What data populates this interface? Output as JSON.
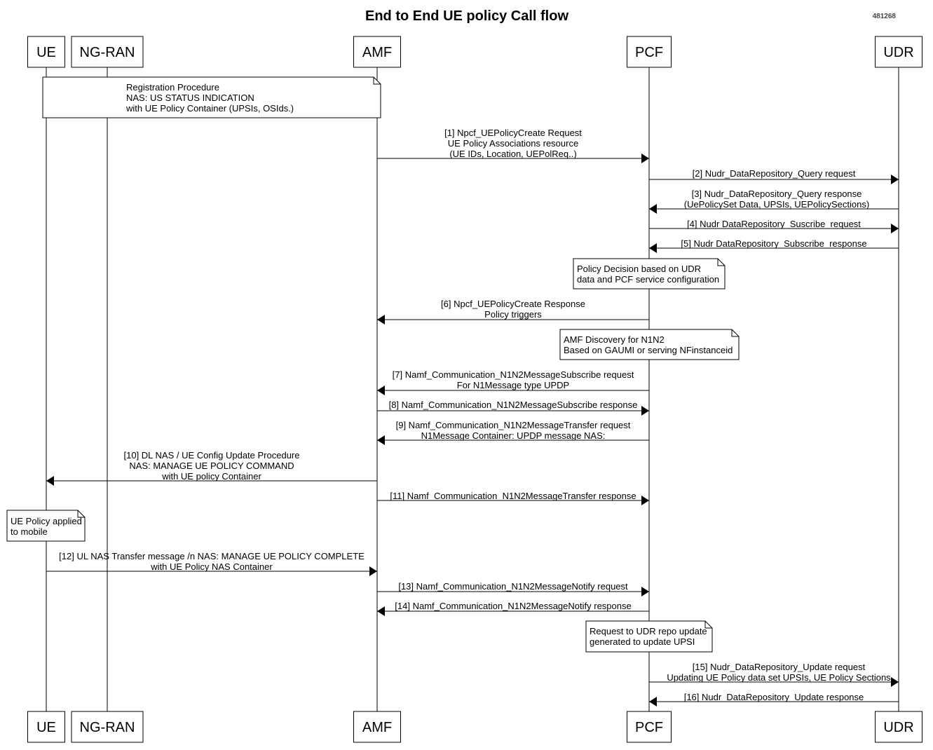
{
  "diagram": {
    "title": "End to End UE policy Call flow",
    "doc_id": "481268",
    "participants": [
      {
        "id": "ue",
        "label": "UE"
      },
      {
        "id": "ngran",
        "label": "NG-RAN"
      },
      {
        "id": "amf",
        "label": "AMF"
      },
      {
        "id": "pcf",
        "label": "PCF"
      },
      {
        "id": "udr",
        "label": "UDR"
      }
    ],
    "steps": [
      {
        "kind": "note",
        "over": [
          "ue",
          "amf"
        ],
        "lines": [
          "Registration Procedure",
          "NAS: US STATUS INDICATION",
          "with UE Policy Container (UPSIs, OSIds.)"
        ]
      },
      {
        "kind": "message",
        "from": "amf",
        "to": "pcf",
        "lines": [
          "[1] Npcf_UEPolicyCreate Request",
          "UE Policy Associations resource",
          "(UE IDs, Location, UEPolReq..)"
        ]
      },
      {
        "kind": "message",
        "from": "pcf",
        "to": "udr",
        "lines": [
          "[2] Nudr_DataRepository_Query request"
        ]
      },
      {
        "kind": "message",
        "from": "udr",
        "to": "pcf",
        "lines": [
          "[3] Nudr_DataRepository_Query response",
          "(UePolicySet Data, UPSIs, UEPolicySections)"
        ]
      },
      {
        "kind": "message",
        "from": "pcf",
        "to": "udr",
        "lines": [
          "[4] Nudr DataRepository_Suscribe_request"
        ]
      },
      {
        "kind": "message",
        "from": "udr",
        "to": "pcf",
        "lines": [
          "[5] Nudr DataRepository_Subscribe_response"
        ]
      },
      {
        "kind": "note",
        "over": [
          "pcf"
        ],
        "lines": [
          "Policy Decision based on UDR",
          "data and PCF service configuration"
        ]
      },
      {
        "kind": "message",
        "from": "pcf",
        "to": "amf",
        "lines": [
          "[6] Npcf_UEPolicyCreate Response",
          "Policy triggers"
        ]
      },
      {
        "kind": "note",
        "over": [
          "pcf"
        ],
        "lines": [
          "AMF Discovery for N1N2",
          "Based on GAUMI or serving NFinstanceid"
        ]
      },
      {
        "kind": "message",
        "from": "pcf",
        "to": "amf",
        "lines": [
          "[7] Namf_Communication_N1N2MessageSubscribe request",
          "For N1Message type UPDP"
        ]
      },
      {
        "kind": "message",
        "from": "amf",
        "to": "pcf",
        "lines": [
          "[8] Namf_Communication_N1N2MessageSubscribe response"
        ]
      },
      {
        "kind": "message",
        "from": "pcf",
        "to": "amf",
        "lines": [
          "[9] Namf_Communication_N1N2MessageTransfer request",
          "N1Message Container: UPDP message NAS:"
        ]
      },
      {
        "kind": "message",
        "from": "amf",
        "to": "ue",
        "lines": [
          "[10] DL NAS / UE Config Update Procedure",
          "NAS: MANAGE UE POLICY COMMAND",
          "with UE policy Container"
        ]
      },
      {
        "kind": "message",
        "from": "amf",
        "to": "pcf",
        "lines": [
          "[11] Namf_Communication_N1N2MessageTransfer response"
        ]
      },
      {
        "kind": "note",
        "over": [
          "ue"
        ],
        "lines": [
          "UE Policy applied",
          "to mobile"
        ]
      },
      {
        "kind": "message",
        "from": "ue",
        "to": "amf",
        "lines": [
          "[12] UL NAS Transfer message /n NAS: MANAGE UE POLICY COMPLETE",
          "with UE Policy NAS Container"
        ]
      },
      {
        "kind": "message",
        "from": "amf",
        "to": "pcf",
        "lines": [
          "[13] Namf_Communication_N1N2MessageNotify request"
        ]
      },
      {
        "kind": "message",
        "from": "pcf",
        "to": "amf",
        "lines": [
          "[14] Namf_Communication_N1N2MessageNotify response"
        ]
      },
      {
        "kind": "note",
        "over": [
          "pcf"
        ],
        "lines": [
          "Request to UDR repo update",
          "generated to update UPSI"
        ]
      },
      {
        "kind": "message",
        "from": "pcf",
        "to": "udr",
        "lines": [
          "[15] Nudr_DataRepository_Update request",
          "Updating UE Policy data set  UPSIs, UE Policy Sections"
        ]
      },
      {
        "kind": "message",
        "from": "udr",
        "to": "pcf",
        "lines": [
          "[16] Nudr_DataRepository_Update response"
        ]
      }
    ]
  }
}
